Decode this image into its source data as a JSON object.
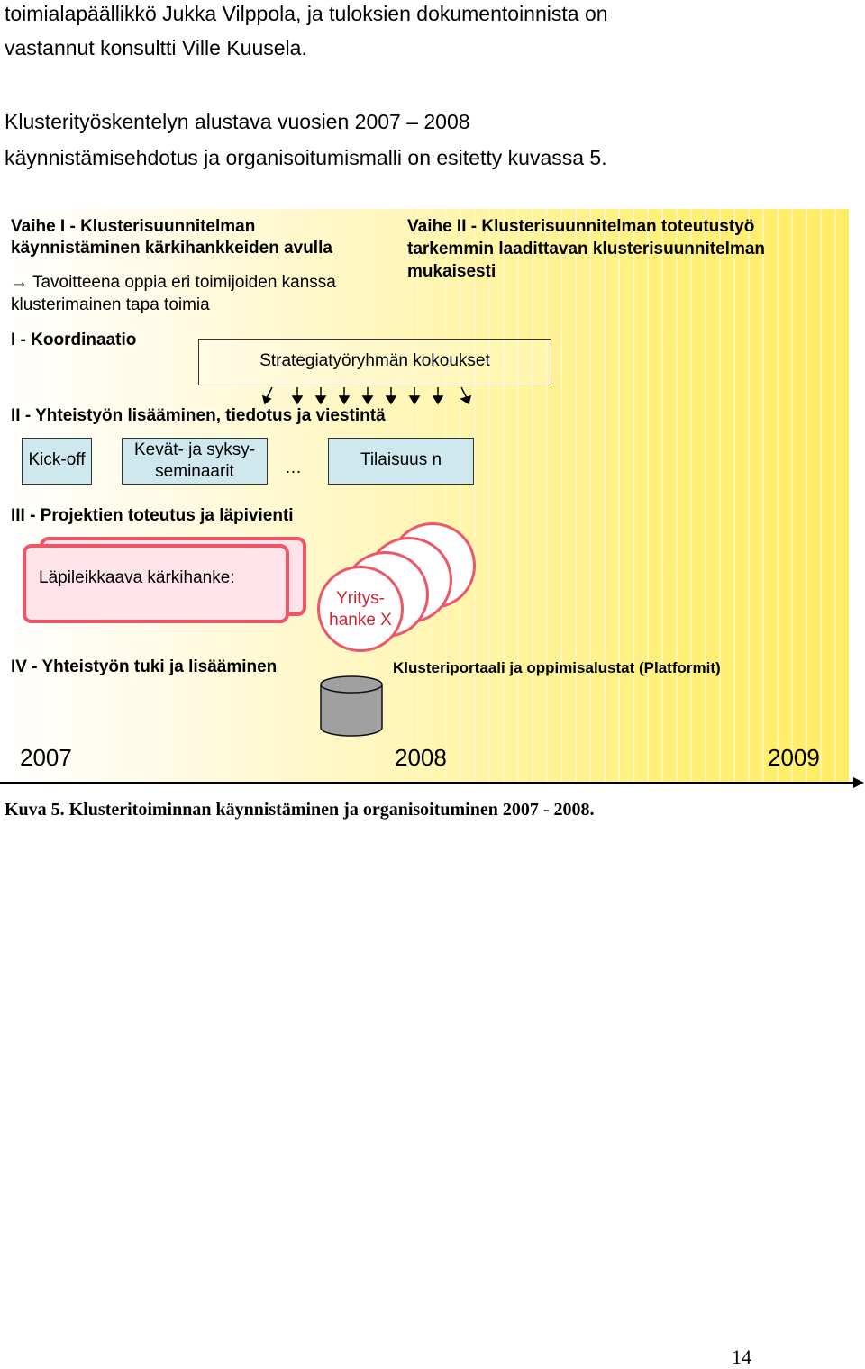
{
  "intro": {
    "line1": "toimialapäällikkö Jukka Vilppola, ja tuloksien dokumentoinnista on",
    "line2": "vastannut konsultti Ville Kuusela.",
    "line3": "Klusterityöskentelyn alustava vuosien 2007 – 2008",
    "line4": "käynnistämisehdotus ja organisoitumismalli on esitetty kuvassa 5."
  },
  "figure": {
    "phase1_title_line1": "Vaihe I - Klusterisuunnitelman",
    "phase1_title_line2": "käynnistäminen kärkihankkeiden avulla",
    "phase1_goal_arrow": "→",
    "phase1_goal_line1": "Tavoitteena oppia eri toimijoiden kanssa",
    "phase1_goal_line2": "klusterimainen tapa toimia",
    "phase2_title_line1": "Vaihe II - Klusterisuunnitelman toteutustyö",
    "phase2_title_line2": "tarkemmin laadittavan klusterisuunnitelman",
    "phase2_title_line3": "mukaisesti",
    "section1": "I - Koordinaatio",
    "strategy_box": "Strategiatyöryhmän kokoukset",
    "section2": "II - Yhteistyön lisääminen, tiedotus ja viestintä",
    "kickoff": "Kick-off",
    "seminars_line1": "Kevät- ja syksy-",
    "seminars_line2": "seminaarit",
    "ellipsis": "…",
    "occasion_n": "Tilaisuus n",
    "section3": "III - Projektien toteutus ja läpivienti",
    "cross_project": "Läpileikkaava kärkihanke:",
    "company_line1": "Yritys-",
    "company_line2": "hanke X",
    "section4": "IV - Yhteistyön tuki ja lisääminen",
    "portal": "Klusteriportaali ja oppimisalustat (Platformit)",
    "years": [
      "2007",
      "2008",
      "2009"
    ],
    "colors": {
      "accent_red": "#ee5566",
      "box_cyan": "#cfe8ee",
      "database_gray": "#a0a0a0"
    }
  },
  "caption": "Kuva 5. Klusteritoiminnan käynnistäminen ja organisoituminen 2007 - 2008.",
  "page_number": "14"
}
